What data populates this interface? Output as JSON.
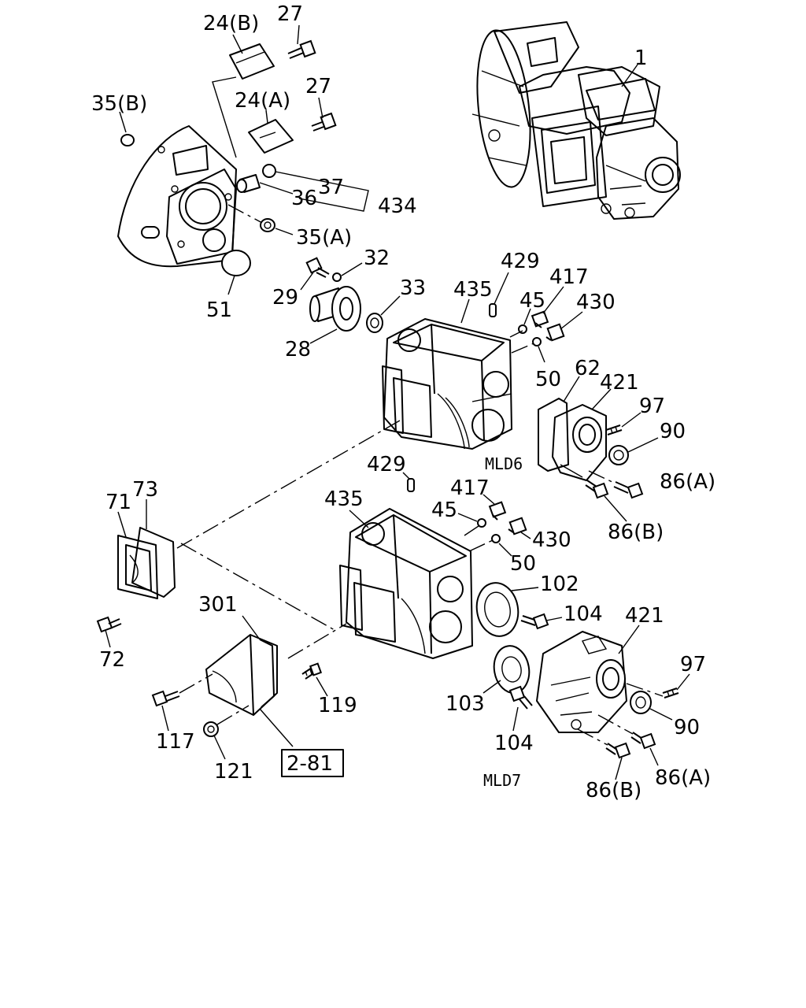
{
  "labels": {
    "l1": "1",
    "l24b": "24(B)",
    "l27a": "27",
    "l27b": "27",
    "l24a": "24(A)",
    "l35b": "35(B)",
    "l37": "37",
    "l36": "36",
    "l434": "434",
    "l35a": "35(A)",
    "l51": "51",
    "l32": "32",
    "l29": "29",
    "l33": "33",
    "l28": "28",
    "l435a": "435",
    "l429a": "429",
    "l417a": "417",
    "l45a": "45",
    "l430a": "430",
    "l50a": "50",
    "l62": "62",
    "l421a": "421",
    "l97a": "97",
    "l90a": "90",
    "l86a1": "86(A)",
    "l86b1": "86(B)",
    "l71": "71",
    "l73": "73",
    "l72": "72",
    "l429b": "429",
    "l435b": "435",
    "l417b": "417",
    "l45b": "45",
    "l430b": "430",
    "l50b": "50",
    "l102": "102",
    "l104a": "104",
    "l421b": "421",
    "l97b": "97",
    "l90b": "90",
    "l301": "301",
    "l119": "119",
    "l117": "117",
    "l121": "121",
    "l281": "2-81",
    "l103": "103",
    "l104b": "104",
    "l86b2": "86(B)",
    "l86a2": "86(A)"
  },
  "codes": {
    "mld6": "MLD6",
    "mld7": "MLD7"
  }
}
